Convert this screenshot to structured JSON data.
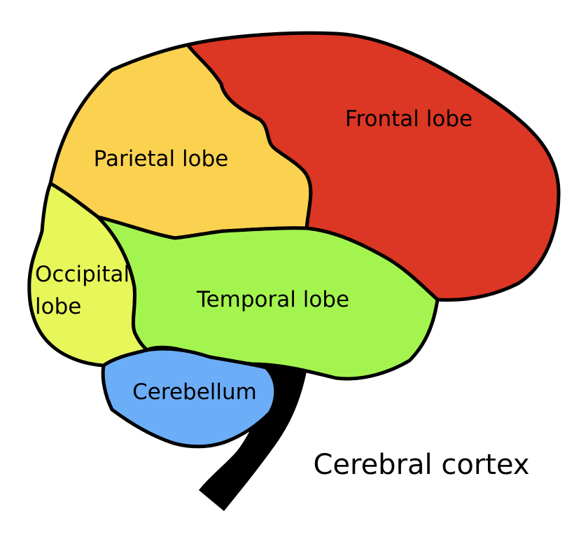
{
  "regions": {
    "frontal": {
      "label": "Frontal lobe",
      "color": "#dc3624"
    },
    "parietal": {
      "label": "Parietal lobe",
      "color": "#fbd24f"
    },
    "occipital": {
      "label_line1": "Occipital",
      "label_line2": "lobe",
      "color": "#e7f75a"
    },
    "temporal": {
      "label": "Temporal lobe",
      "color": "#a4f44f"
    },
    "cerebellum": {
      "label": "Cerebellum",
      "color": "#6cadf7"
    }
  },
  "brainstem": {
    "color": "#000000"
  },
  "caption": "Cerebral cortex"
}
